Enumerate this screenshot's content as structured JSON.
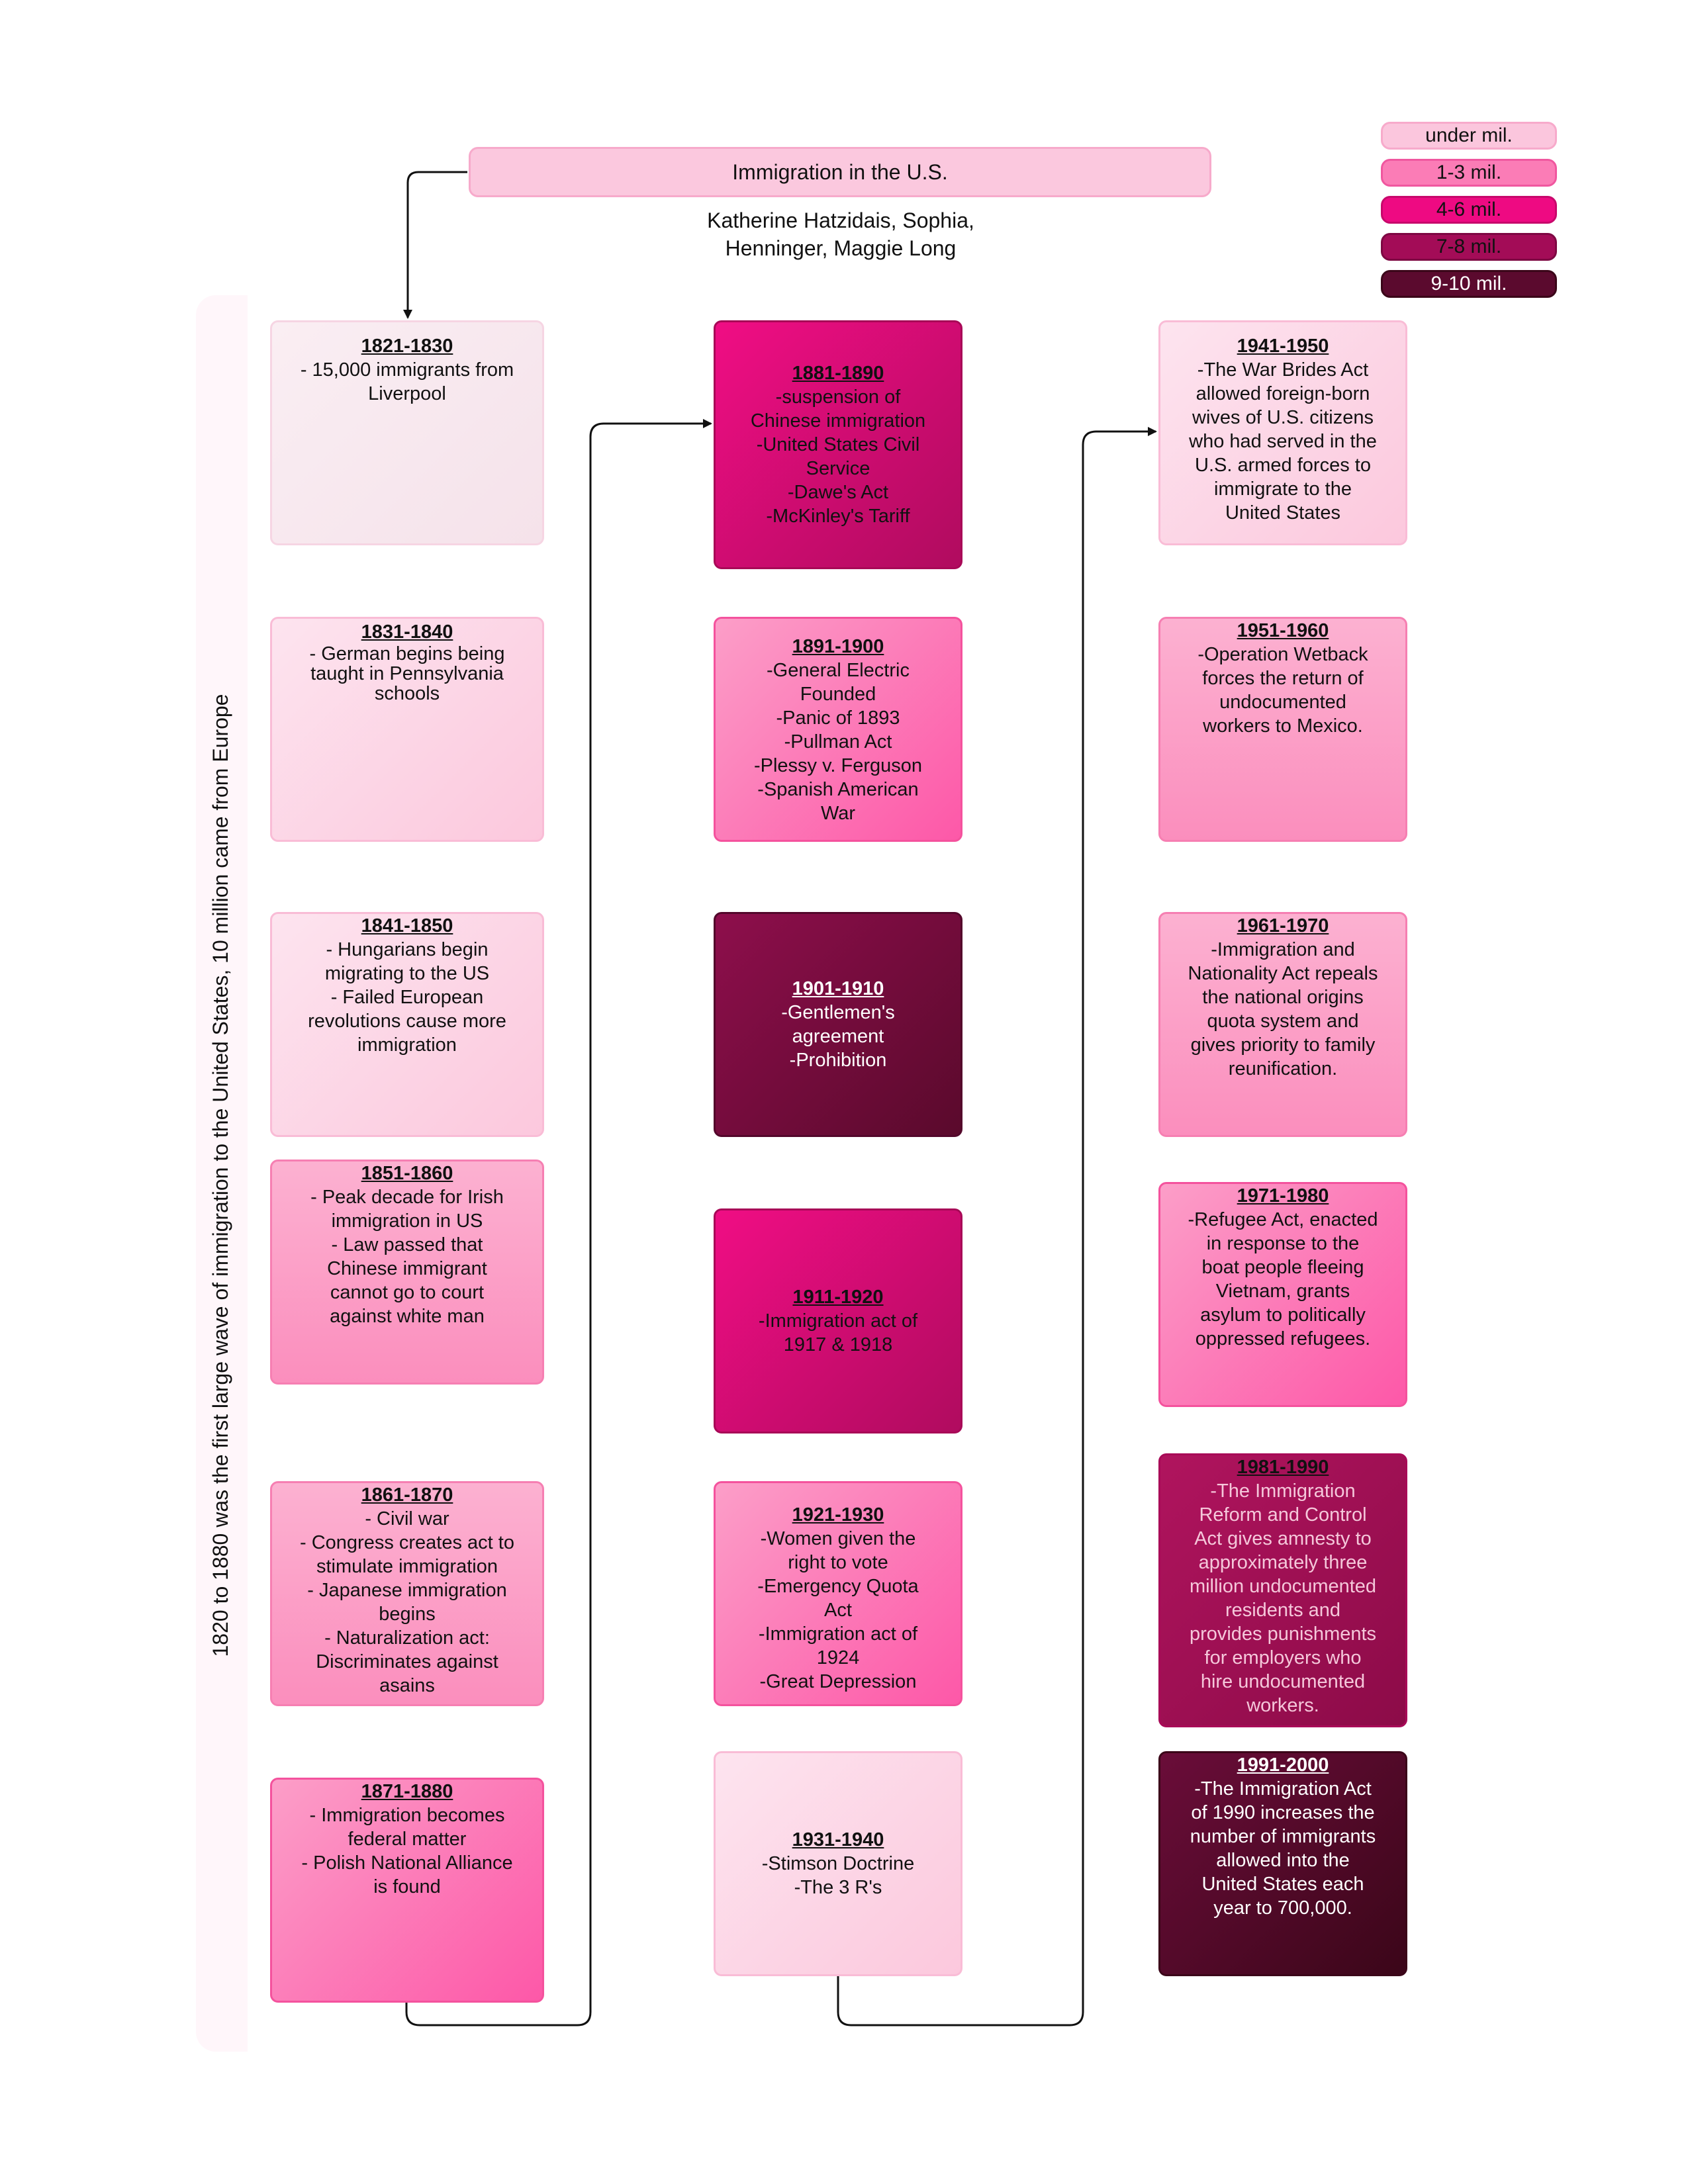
{
  "header": {
    "title": "Immigration in the U.S.",
    "authors_line1": "Katherine Hatzidais, Sophia,",
    "authors_line2": "Henninger, Maggie Long"
  },
  "legend": [
    {
      "label": "under mil.",
      "color": "#fbc6dd"
    },
    {
      "label": "1-3 mil.",
      "color": "#fb7cb6"
    },
    {
      "label": "4-6 mil.",
      "color": "#ee0a82"
    },
    {
      "label": "7-8 mil.",
      "color": "#a30c57"
    },
    {
      "label": "9-10 mil.",
      "color": "#5b0a2e"
    }
  ],
  "side_band": "1820 to 1880 was the first large wave of immigration to the United States, 10 million came from Europe",
  "decades": [
    {
      "years": "1821-1830",
      "text": "- 15,000 immigrants from\nLiverpool"
    },
    {
      "years": "1831-1840",
      "text": "- German begins being\ntaught in Pennsylvania\nschools"
    },
    {
      "years": "1841-1850",
      "text": "- Hungarians begin\nmigrating to the US\n- Failed European\nrevolutions cause more\nimmigration"
    },
    {
      "years": "1851-1860",
      "text": "- Peak decade for Irish\nimmigration in US\n- Law passed that\nChinese immigrant\ncannot go to court\nagainst white man"
    },
    {
      "years": "1861-1870",
      "text": "- Civil war\n- Congress creates act to\nstimulate immigration\n- Japanese immigration\nbegins\n- Naturalization act:\nDiscriminates against\nasains"
    },
    {
      "years": "1871-1880",
      "text": "- Immigration becomes\nfederal matter\n- Polish National Alliance\nis found"
    },
    {
      "years": "1881-1890",
      "text": "-suspension of\nChinese immigration\n-United States Civil\nService\n-Dawe's Act\n-McKinley's Tariff"
    },
    {
      "years": "1891-1900",
      "text": "-General Electric\nFounded\n-Panic of 1893\n-Pullman Act\n-Plessy v. Ferguson\n-Spanish American\nWar"
    },
    {
      "years": "1901-1910",
      "text": "-Gentlemen's\nagreement\n-Prohibition"
    },
    {
      "years": "1911-1920",
      "text": "-Immigration act of\n1917 & 1918"
    },
    {
      "years": "1921-1930",
      "text": "-Women given the\nright to vote\n-Emergency Quota\nAct\n-Immigration act of\n1924\n-Great Depression"
    },
    {
      "years": "1931-1940",
      "text": "-Stimson Doctrine\n-The 3 R's"
    },
    {
      "years": "1941-1950",
      "text": "-The War Brides Act\nallowed foreign-born\nwives of U.S. citizens\nwho had served in the\nU.S. armed forces to\nimmigrate to the\nUnited States"
    },
    {
      "years": "1951-1960",
      "text": "-Operation Wetback\nforces the return of\nundocumented\nworkers to Mexico."
    },
    {
      "years": "1961-1970",
      "text": "-Immigration and\nNationality Act repeals\nthe national origins\nquota system and\ngives priority to family\nreunification."
    },
    {
      "years": "1971-1980",
      "text": "-Refugee Act, enacted\nin response to the\nboat people fleeing\nVietnam, grants\nasylum to politically\noppressed refugees."
    },
    {
      "years": "1981-1990",
      "text": "-The Immigration\nReform and Control\nAct gives amnesty to\napproximately three\nmillion undocumented\nresidents and\nprovides punishments\nfor employers who\nhire undocumented\nworkers."
    },
    {
      "years": "1991-2000",
      "text": "-The Immigration Act\nof 1990 increases the\nnumber of immigrants\nallowed into the\nUnited States each\nyear to 700,000."
    }
  ]
}
